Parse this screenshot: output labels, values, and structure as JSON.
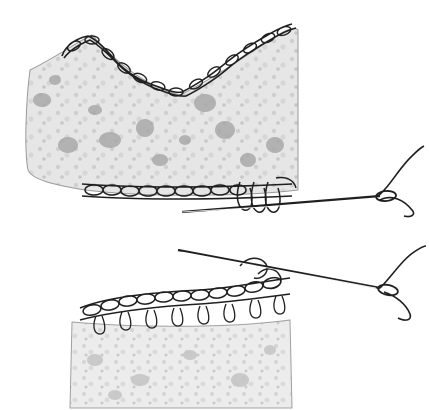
{
  "illustration": {
    "panels": [
      {
        "name": "top",
        "subject": "needle-and-thread-through-chain-edge-stitch"
      },
      {
        "name": "bottom",
        "subject": "needle-and-thread-through-crocheted-edge"
      }
    ],
    "colors": {
      "ink": "#1f1f1f",
      "paper": "#ffffff",
      "fabric_light": "#e9e9e9",
      "fabric_mid": "#cfcfcf",
      "fabric_dot": "#a8a8a8"
    }
  }
}
